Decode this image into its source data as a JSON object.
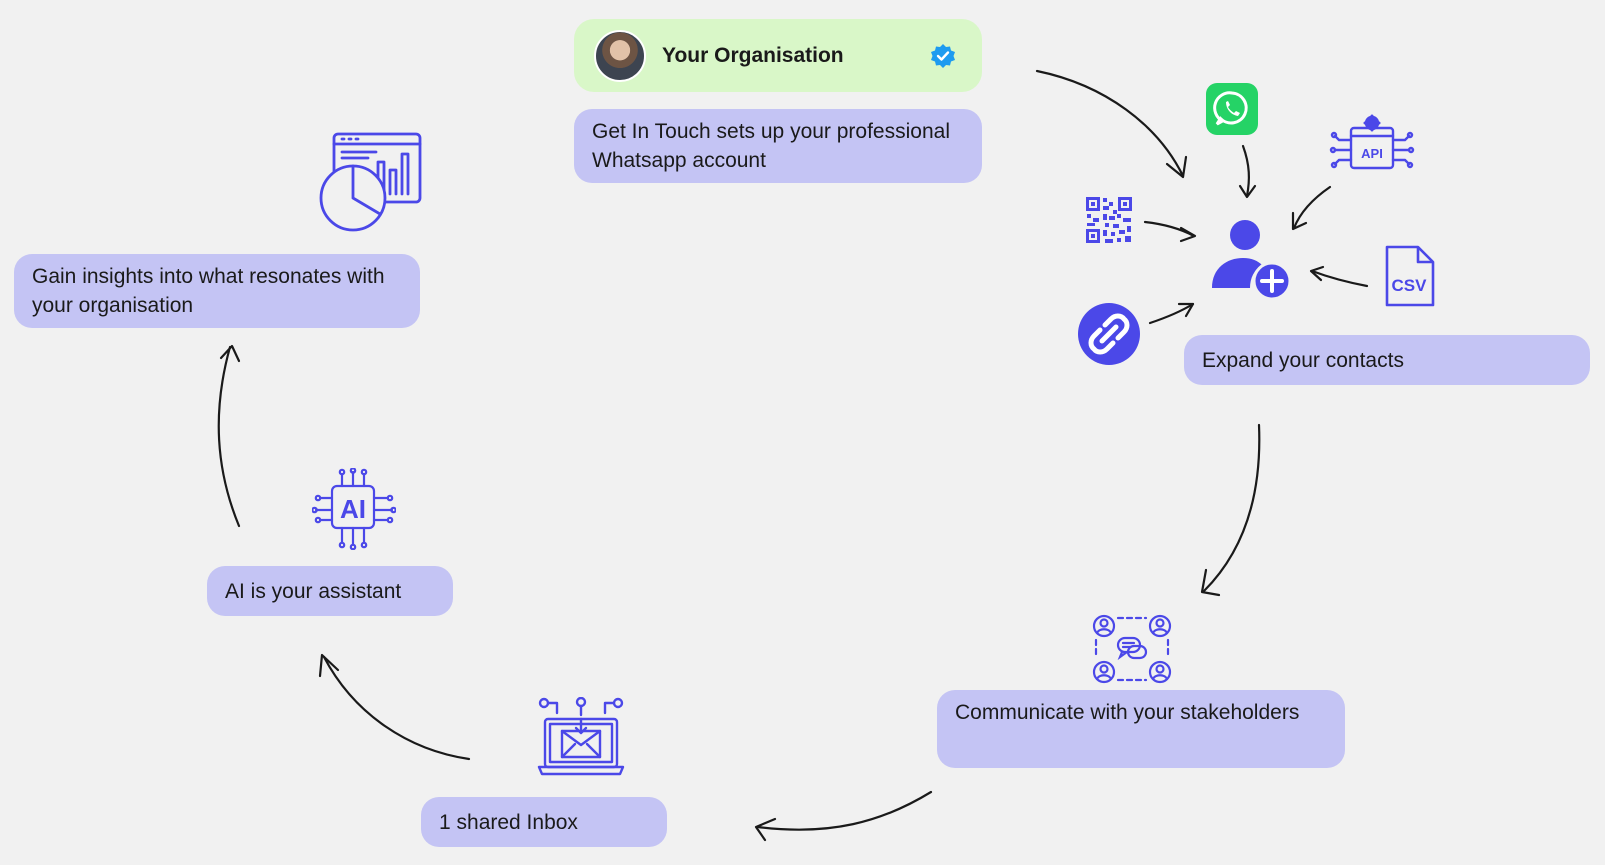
{
  "org": {
    "name": "Your Organisation"
  },
  "steps": {
    "setup": "Get In Touch sets up your professional Whatsapp account",
    "contacts": "Expand your contacts",
    "communicate": "Communicate with your stakeholders",
    "inbox": "1 shared Inbox",
    "ai": "AI is your assistant",
    "insights": "Gain insights into what resonates with your organisation"
  },
  "icon_labels": {
    "api": "API",
    "csv": "CSV",
    "ai": "AI"
  },
  "icons": [
    "whatsapp-icon",
    "api-icon",
    "qr-code-icon",
    "csv-file-icon",
    "link-icon",
    "add-contact-icon",
    "stakeholders-icon",
    "inbox-laptop-icon",
    "ai-chip-icon",
    "analytics-icon",
    "verified-badge-icon"
  ],
  "colors": {
    "accent": "#4b48e8",
    "box": "#c4c4f4",
    "org_card": "#d9f7c8",
    "whatsapp": "#25d366",
    "verified": "#1d9bf0",
    "background": "#f1f1f1"
  }
}
